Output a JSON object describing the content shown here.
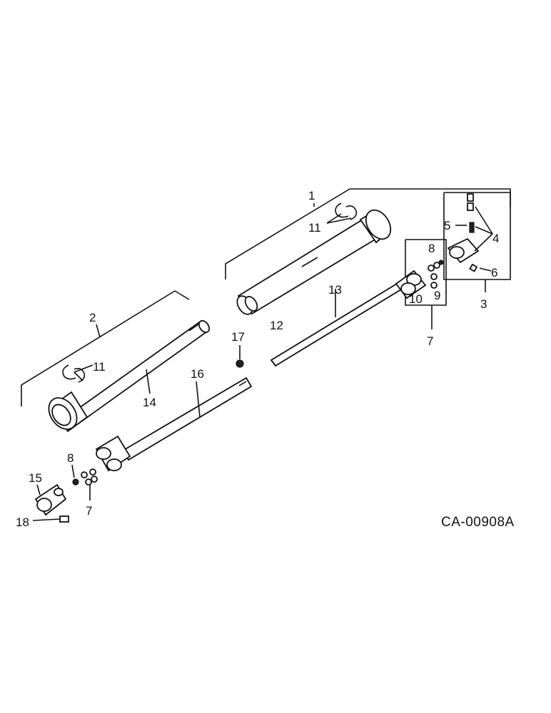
{
  "diagram": {
    "reference": "CA-00908A",
    "callouts": {
      "c1": "1",
      "c2": "2",
      "c3": "3",
      "c4": "4",
      "c5": "5",
      "c6": "6",
      "c7a": "7",
      "c7b": "7",
      "c8a": "8",
      "c8b": "8",
      "c9": "9",
      "c10": "10",
      "c11a": "11",
      "c11b": "11",
      "c12": "12",
      "c13": "13",
      "c14": "14",
      "c15": "15",
      "c16": "16",
      "c17": "17",
      "c18": "18"
    }
  }
}
